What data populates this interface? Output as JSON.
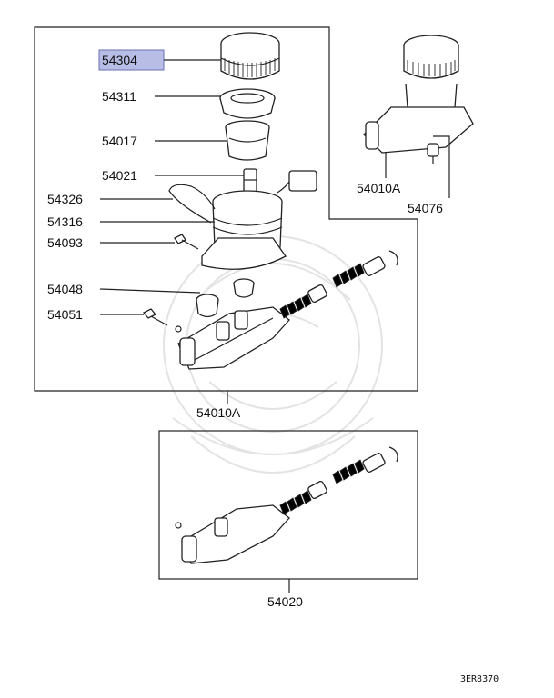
{
  "labels": {
    "p54304": "54304",
    "p54311": "54311",
    "p54017": "54017",
    "p54021": "54021",
    "p54326": "54326",
    "p54316": "54316",
    "p54093": "54093",
    "p54048": "54048",
    "p54051": "54051",
    "p54010A_main": "54010A",
    "p54010A_inset": "54010A",
    "p54076": "54076",
    "p54020": "54020"
  },
  "highlight_color": "#b8bde6",
  "diagram_code": "3ER8370"
}
